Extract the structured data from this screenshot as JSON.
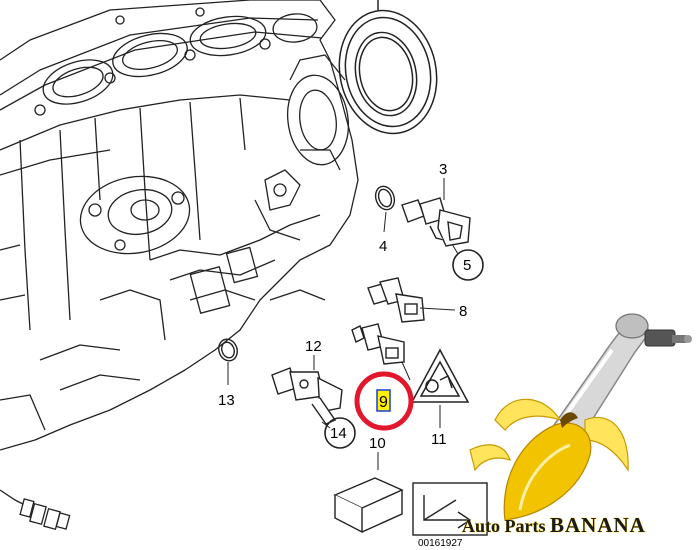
{
  "diagram": {
    "part_labels": {
      "p3": "3",
      "p4": "4",
      "p5": "5",
      "p8": "8",
      "p9": "9",
      "p10": "10",
      "p11": "11",
      "p12": "12",
      "p13": "13",
      "p14": "14"
    },
    "figure_number": "00161927",
    "watermark": {
      "prefix": "Auto Parts ",
      "name": "BANANA"
    },
    "colors": {
      "highlight_circle": "#e3172b",
      "highlight_box": "#1a3fd0",
      "highlight_fill": "#fff200",
      "banana_yellow": "#f2c300",
      "line": "#222222"
    }
  }
}
